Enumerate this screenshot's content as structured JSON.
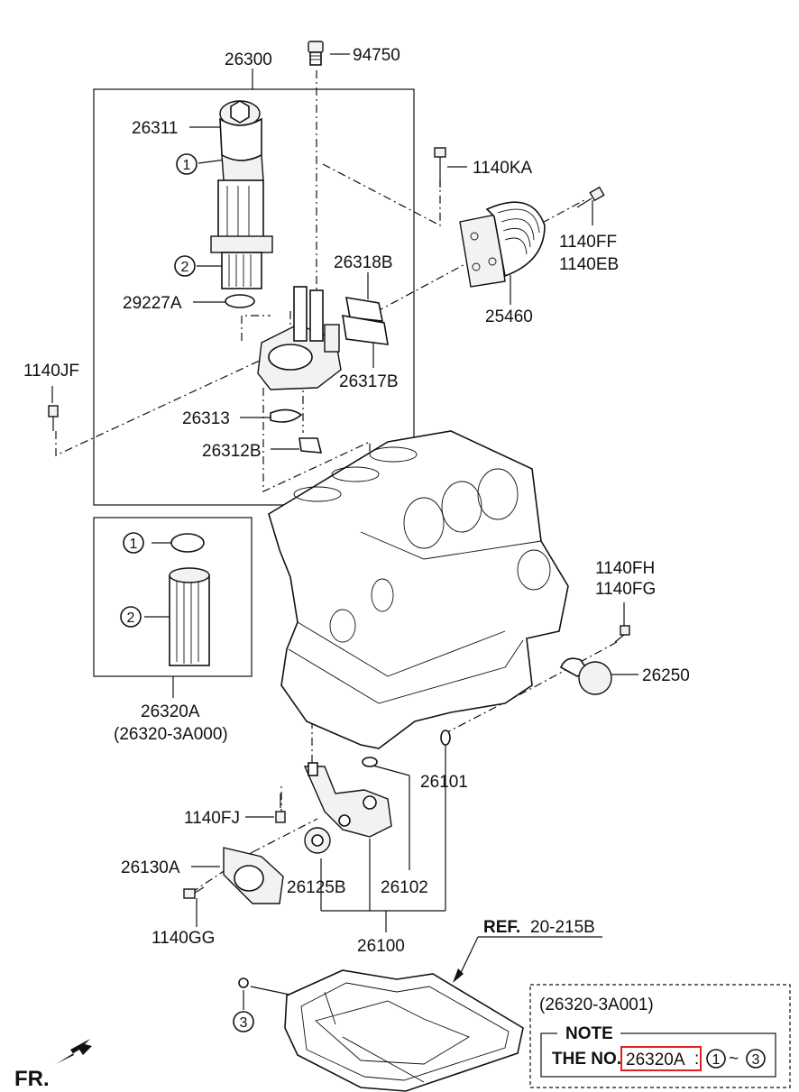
{
  "labels": {
    "p26300": "26300",
    "p94750": "94750",
    "p26311": "26311",
    "p29227A": "29227A",
    "p26318B": "26318B",
    "p26317B": "26317B",
    "p26313": "26313",
    "p26312B": "26312B",
    "p1140JF": "1140JF",
    "p1140KA": "1140KA",
    "p1140FF": "1140FF",
    "p1140EB": "1140EB",
    "p25460": "25460",
    "p1140FH": "1140FH",
    "p1140FG": "1140FG",
    "p26250": "26250",
    "p26320A": "26320A",
    "p26320A_code": "(26320-3A000)",
    "p26101": "26101",
    "p1140FJ": "1140FJ",
    "p26130A": "26130A",
    "p26125B": "26125B",
    "p26102": "26102",
    "p1140GG": "1140GG",
    "p26100": "26100",
    "ref_prefix": "REF.",
    "ref_value": "20-215B",
    "fr": "FR."
  },
  "callouts": {
    "c1": "1",
    "c2": "2",
    "c3": "3"
  },
  "note_box": {
    "code": "(26320-3A001)",
    "title": "NOTE",
    "prefix": "THE NO.",
    "part": "26320A",
    "colon": ":",
    "range_start": "1",
    "tilde": "~",
    "range_end": "3"
  },
  "colors": {
    "highlight": "#e02020",
    "ink": "#111111"
  }
}
